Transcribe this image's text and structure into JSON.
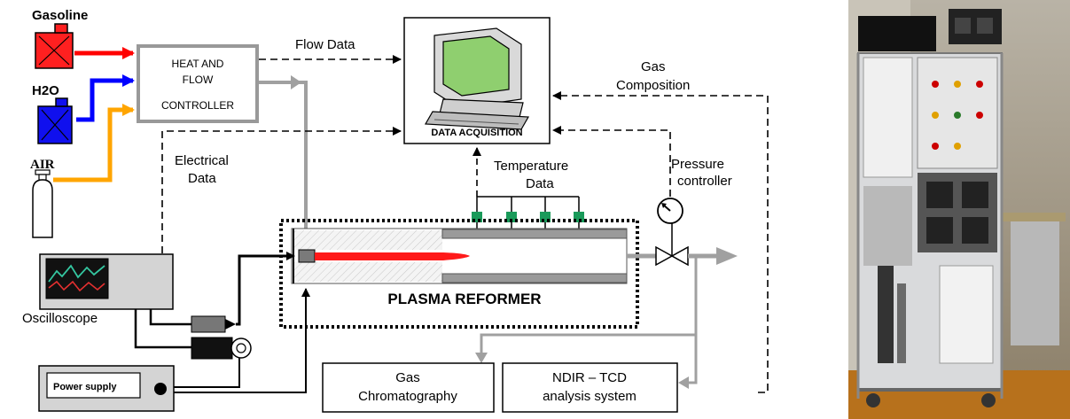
{
  "sources": {
    "gasoline": "Gasoline",
    "water": "H2O",
    "air": "AIR"
  },
  "controller": {
    "line1": "HEAT AND",
    "line2": "FLOW",
    "line3": "CONTROLLER"
  },
  "computer": {
    "label": "DATA ACQUISITION"
  },
  "labels": {
    "flow_data": "Flow Data",
    "gas_composition_1": "Gas",
    "gas_composition_2": "Composition",
    "electrical_data_1": "Electrical",
    "electrical_data_2": "Data",
    "temperature_data_1": "Temperature",
    "temperature_data_2": "Data",
    "pressure_1": "Pressure",
    "pressure_2": "controller"
  },
  "reformer": {
    "label": "PLASMA REFORMER"
  },
  "oscilloscope": {
    "label": "Oscilloscope"
  },
  "power_supply": {
    "label": "Power supply"
  },
  "analysis": {
    "gc_line1": "Gas",
    "gc_line2": "Chromatography",
    "ndir_line1": "NDIR – TCD",
    "ndir_line2": "analysis system"
  },
  "colors": {
    "gasoline": "#ff0000",
    "water": "#0000ff",
    "air": "#ffa500",
    "gray_flow": "#a0a0a0",
    "sensor": "#1a9a5a"
  }
}
